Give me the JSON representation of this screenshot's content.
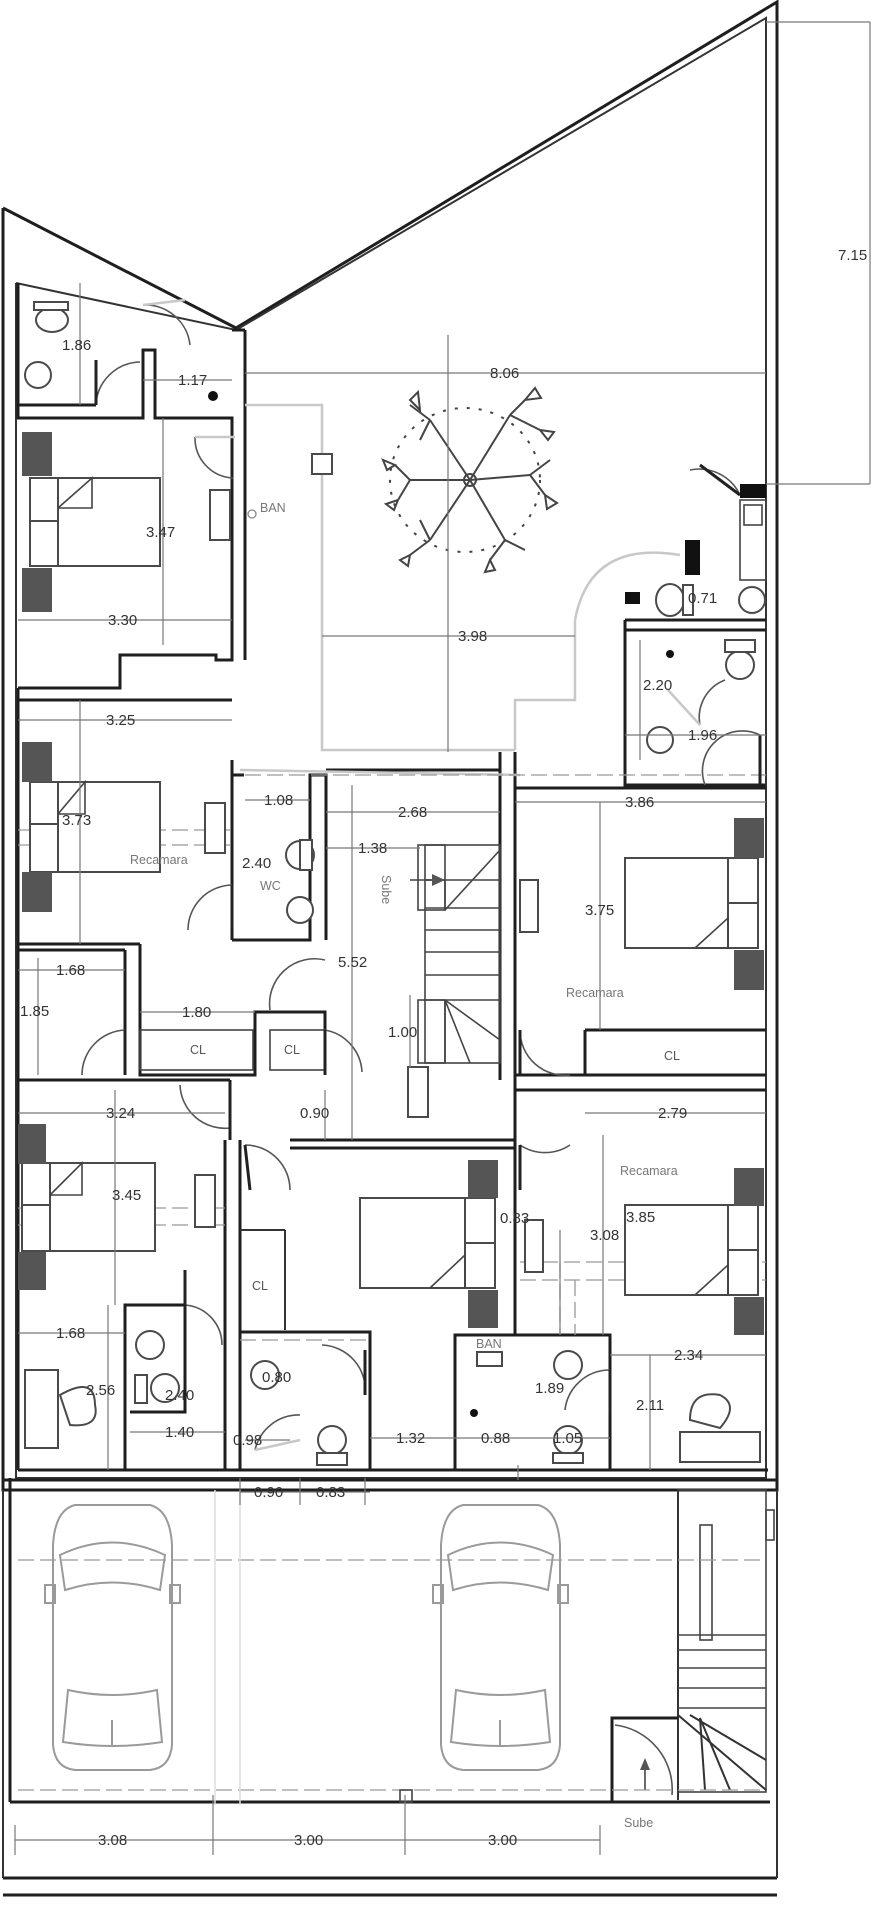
{
  "dimensions": {
    "d_715": "7.15",
    "d_806": "8.06",
    "d_186": "1.86",
    "d_117": "1.17",
    "d_347": "3.47",
    "d_330": "3.30",
    "d_398": "3.98",
    "d_071": "0.71",
    "d_220": "2.20",
    "d_196": "1.96",
    "d_325": "3.25",
    "d_373": "3.73",
    "d_108": "1.08",
    "d_240a": "2.40",
    "d_268": "2.68",
    "d_138": "1.38",
    "d_386": "3.86",
    "d_375": "3.75",
    "d_552": "5.52",
    "d_168a": "1.68",
    "d_185": "1.85",
    "d_180": "1.80",
    "d_100": "1.00",
    "d_090a": "0.90",
    "d_324": "3.24",
    "d_279": "2.79",
    "d_345": "3.45",
    "d_385": "3.85",
    "d_308": "3.08",
    "d_168b": "1.68",
    "d_256": "2.56",
    "d_240b": "2.40",
    "d_080": "0.80",
    "d_189": "1.89",
    "d_234": "2.34",
    "d_211": "2.11",
    "d_140": "1.40",
    "d_098": "0.98",
    "d_132": "1.32",
    "d_088": "0.88",
    "d_105": "1.05",
    "d_090b": "0.90",
    "d_083": "0.83",
    "d_308b": "3.08",
    "d_300a": "3.00",
    "d_300b": "3.00",
    "d_083b": "0.83"
  },
  "labels": {
    "ban_top": "BAN",
    "ban_bottom": "BAN",
    "wc": "WC",
    "sube_stair": "Sube",
    "sube_garage": "Sube",
    "recamara_left": "Recamara",
    "recamara_right": "Recamara",
    "recamara_right_lower": "Recamara",
    "cl_1": "CL",
    "cl_2": "CL",
    "cl_3": "CL",
    "cl_4": "CL"
  },
  "colors": {
    "wall": "#1e1e1e",
    "dimension": "#777777",
    "furniture": "#4a4a4a",
    "car": "#9a9a9a"
  }
}
